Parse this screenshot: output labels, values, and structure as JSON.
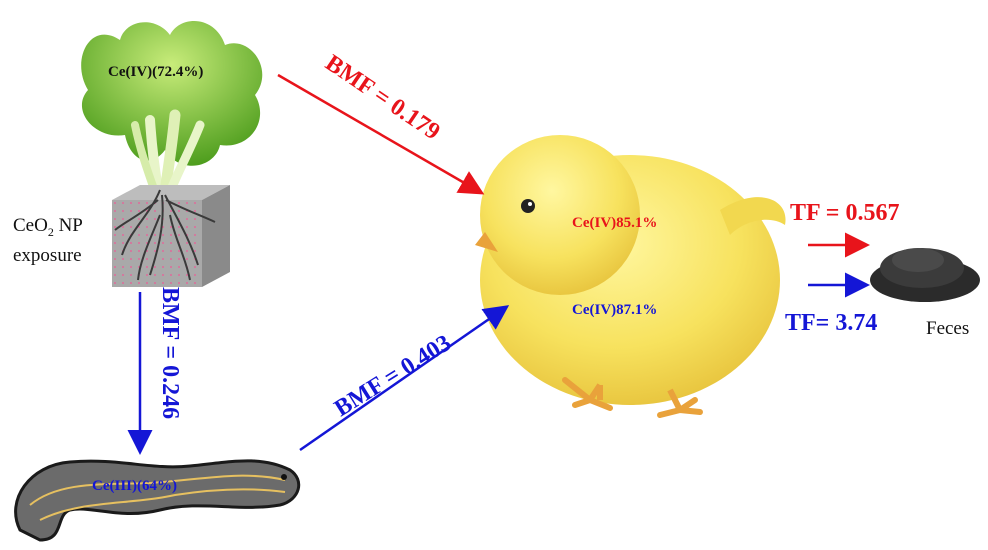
{
  "labels": {
    "lettuce_ce": "Ce(IV)(72.4%)",
    "exposure_line1_prefix": "CeO",
    "exposure_line1_sub": "2",
    "exposure_line1_suffix": " NP",
    "exposure_line2": "exposure",
    "bmf_lettuce_chick": "BMF = 0.179",
    "bmf_lettuce_worm": "BMF = 0.246",
    "bmf_worm_chick": "BMF = 0.403",
    "chick_ce_red": "Ce(IV)85.1%",
    "chick_ce_blue": "Ce(IV)87.1%",
    "tf_red": "TF = 0.567",
    "tf_blue": "TF= 3.74",
    "feces": "Feces",
    "worm_ce": "Ce(III)(64%)"
  },
  "colors": {
    "red": "#e8141b",
    "blue": "#1416d6",
    "chick": "#f6e15a",
    "lettuce": "#7cc23a",
    "worm": "#6b6b6b"
  }
}
